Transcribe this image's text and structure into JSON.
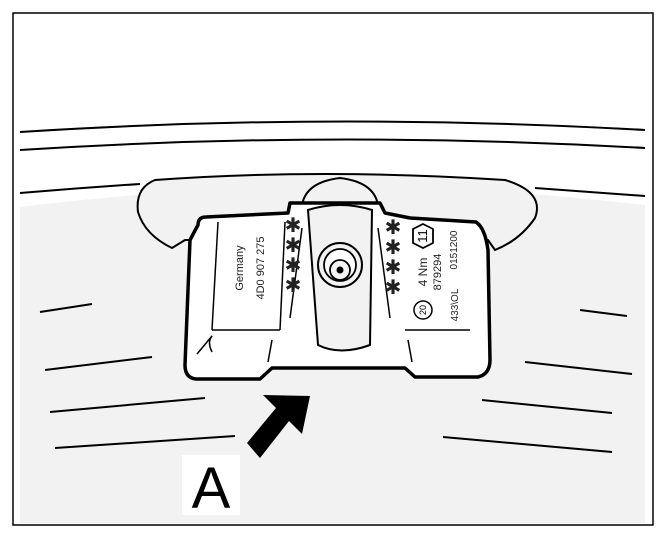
{
  "diagram": {
    "callout_letter": "A",
    "sensor_text": {
      "origin": "Germany",
      "part_number": "4D0 907 275",
      "torque": "4 Nm",
      "code_a": "879294",
      "code_b": "0151200",
      "code_c": "433\\OL",
      "hex_mark": "11",
      "circle_mark": "20"
    },
    "icons": [
      "star-icon",
      "hexagon-icon",
      "circle-mark-icon",
      "arrow-icon"
    ],
    "colors": {
      "line": "#000000",
      "tint": "#f2f2f2",
      "star": "#9a9a9a",
      "background": "#ffffff"
    }
  }
}
